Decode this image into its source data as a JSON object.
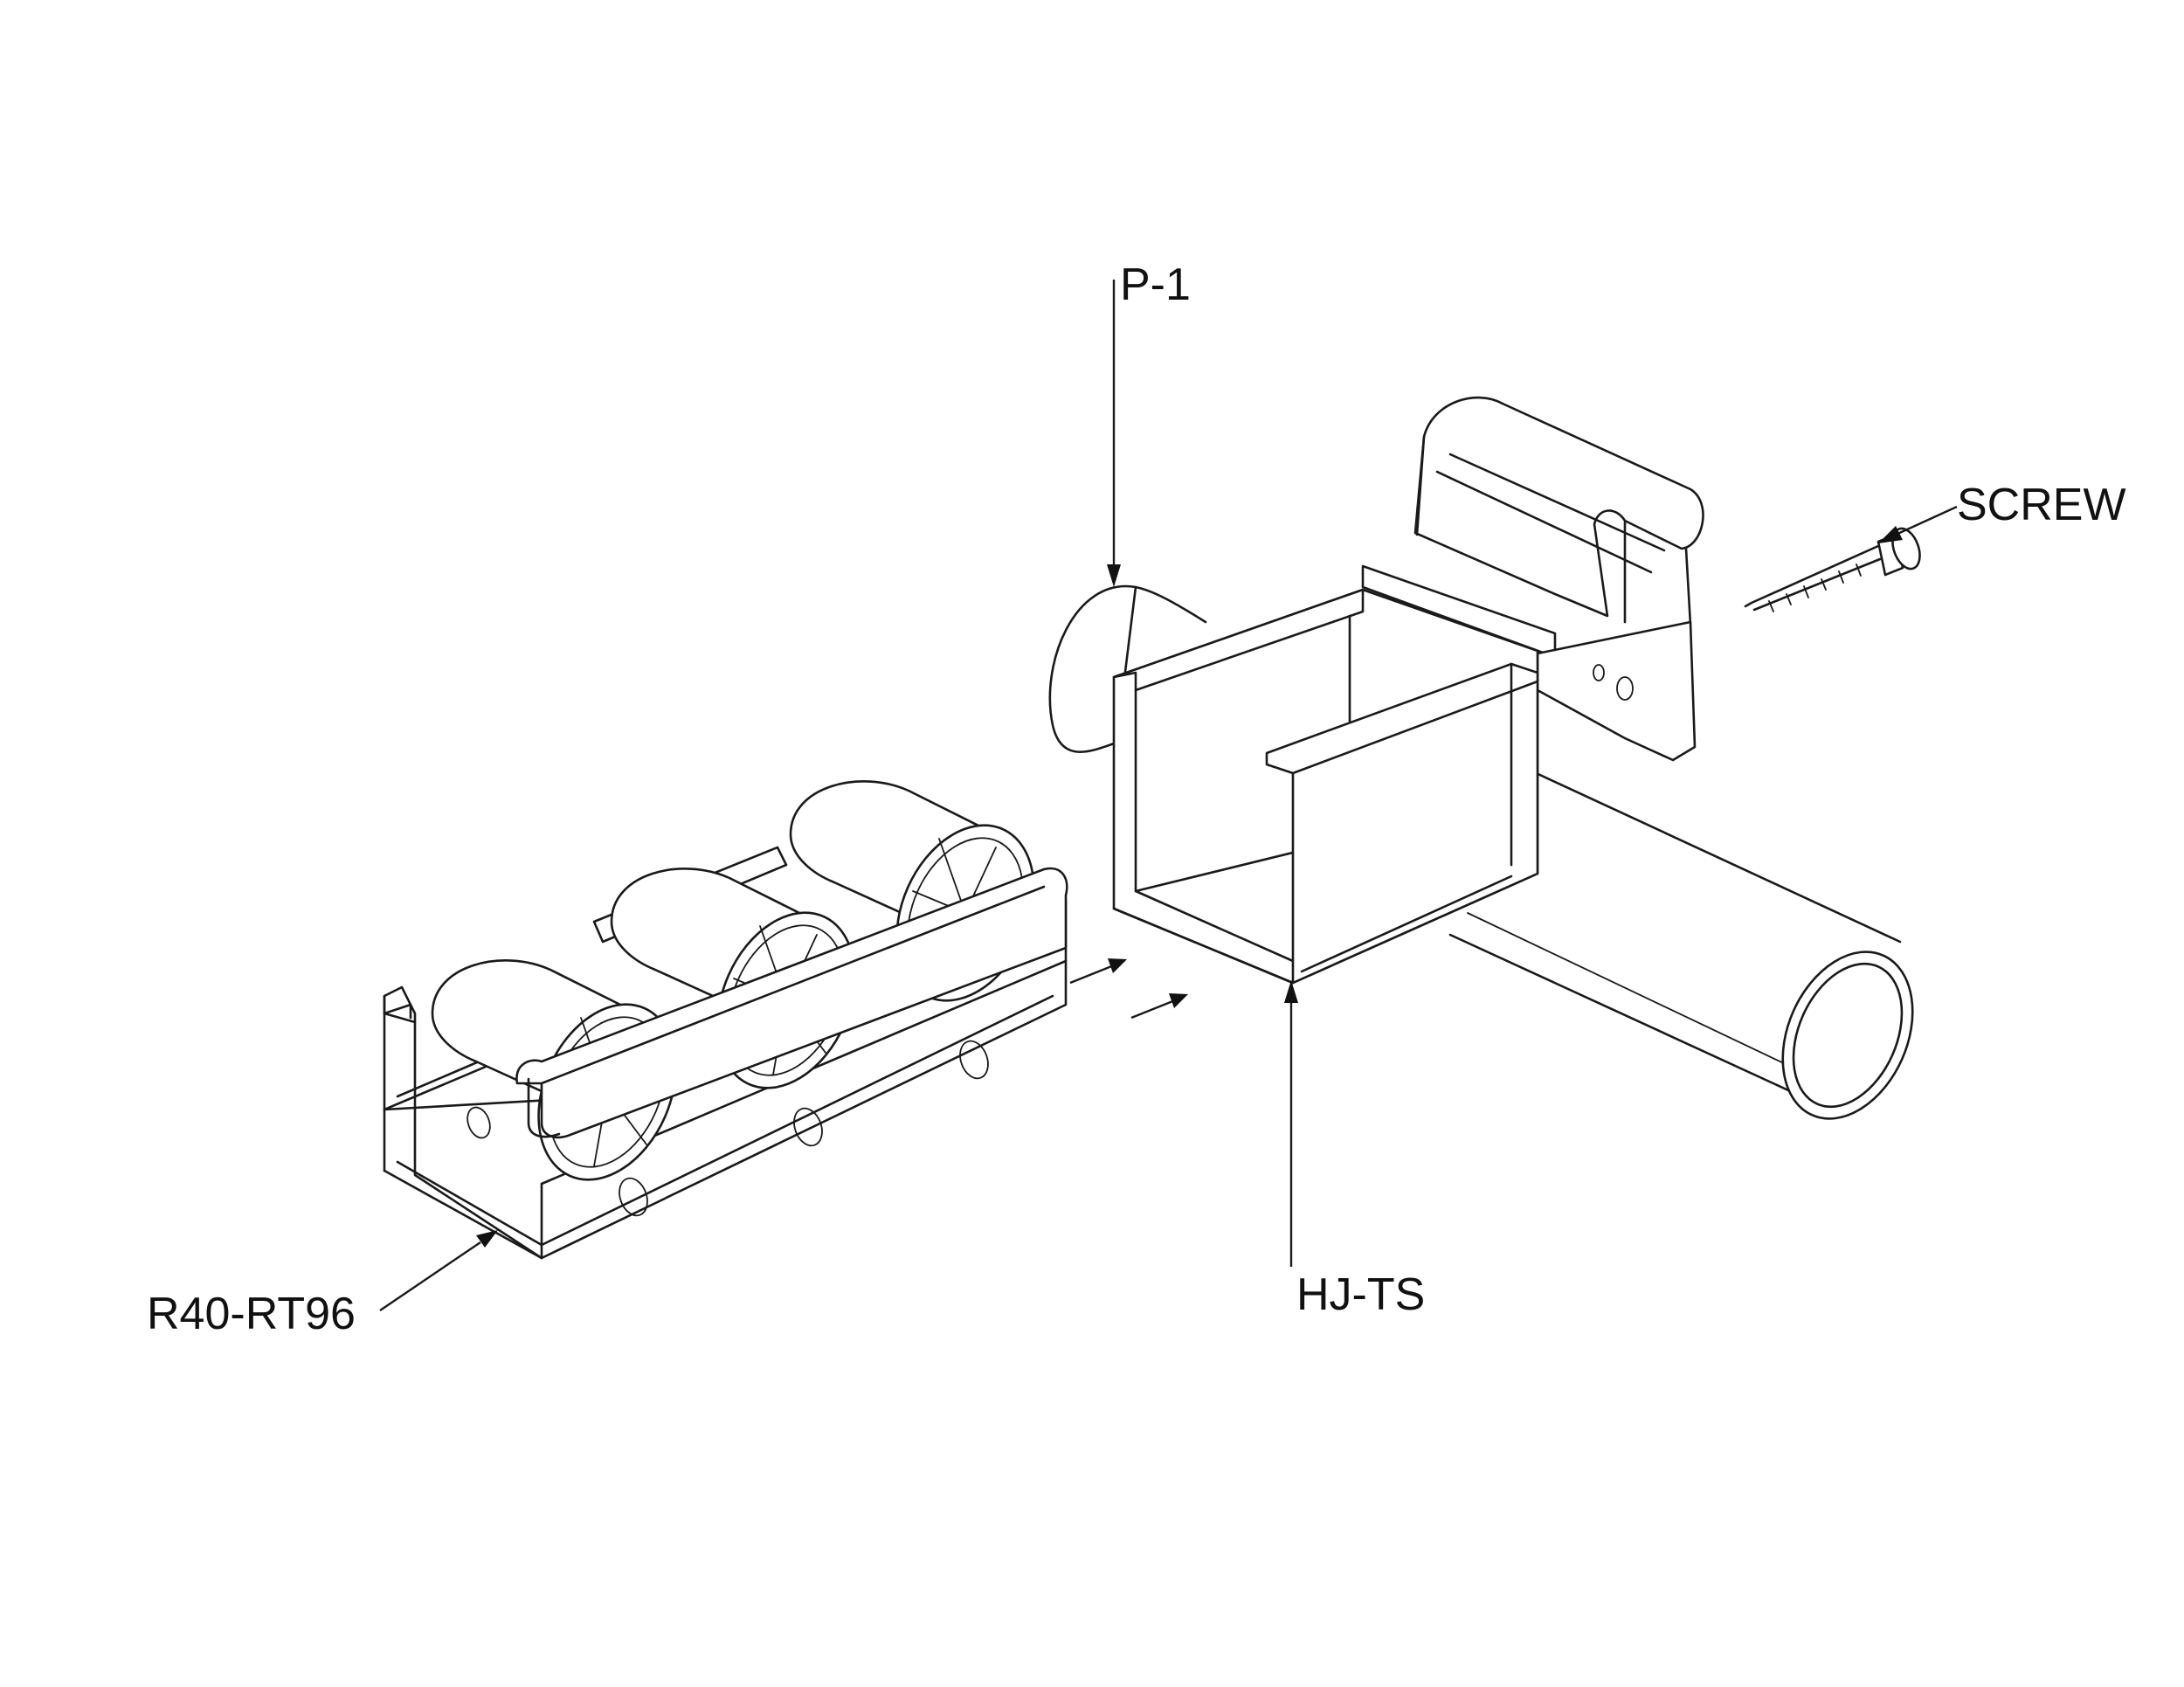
{
  "labels": {
    "p1": "P-1",
    "screw": "SCREW",
    "roller": "R40-RT96",
    "bracket": "HJ-TS"
  }
}
